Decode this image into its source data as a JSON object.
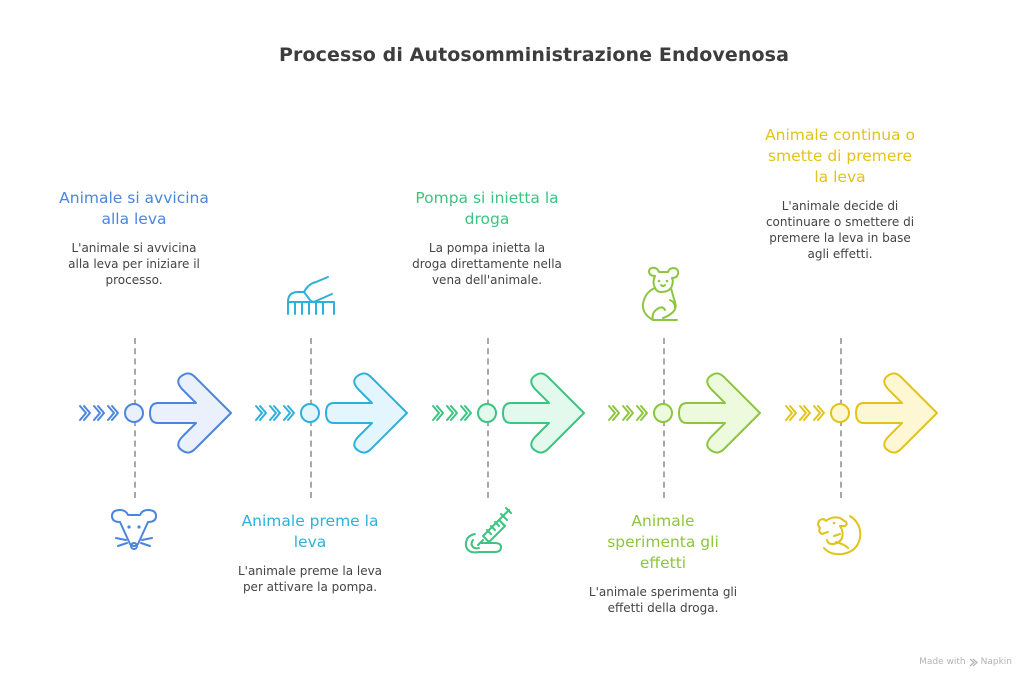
{
  "title": "Processo di Autosomministrazione Endovenosa",
  "steps": [
    {
      "heading": "Animale si avvicina alla leva",
      "description": "L'animale si avvicina alla leva per iniziare il processo.",
      "icon": "mouse-face-icon",
      "text_position": "top",
      "color": "#4a86e0",
      "fill": "#eaf1fd"
    },
    {
      "heading": "Animale preme la leva",
      "description": "L'animale preme la leva per attivare la pompa.",
      "icon": "hand-on-lever-icon",
      "text_position": "bottom",
      "color": "#2fb0dc",
      "fill": "#e4f6fd"
    },
    {
      "heading": "Pompa si inietta la droga",
      "description": "La pompa inietta la droga direttamente nella vena dell'animale.",
      "icon": "syringe-icon",
      "text_position": "top",
      "color": "#3cc481",
      "fill": "#e3f9ee"
    },
    {
      "heading": "Animale sperimenta gli effetti",
      "description": "L'animale sperimenta gli effetti della droga.",
      "icon": "sitting-mouse-icon",
      "text_position": "bottom",
      "color": "#8cc63f",
      "fill": "#eefadd"
    },
    {
      "heading": "Animale continua o smette di premere la leva",
      "description": "L'animale decide di continuare o smettere di premere la leva in base agli effetti.",
      "icon": "curled-mouse-icon",
      "text_position": "top",
      "color": "#e2c31b",
      "fill": "#fdf7d3"
    }
  ],
  "footer": {
    "label": "Made with",
    "brand": "Napkin"
  }
}
